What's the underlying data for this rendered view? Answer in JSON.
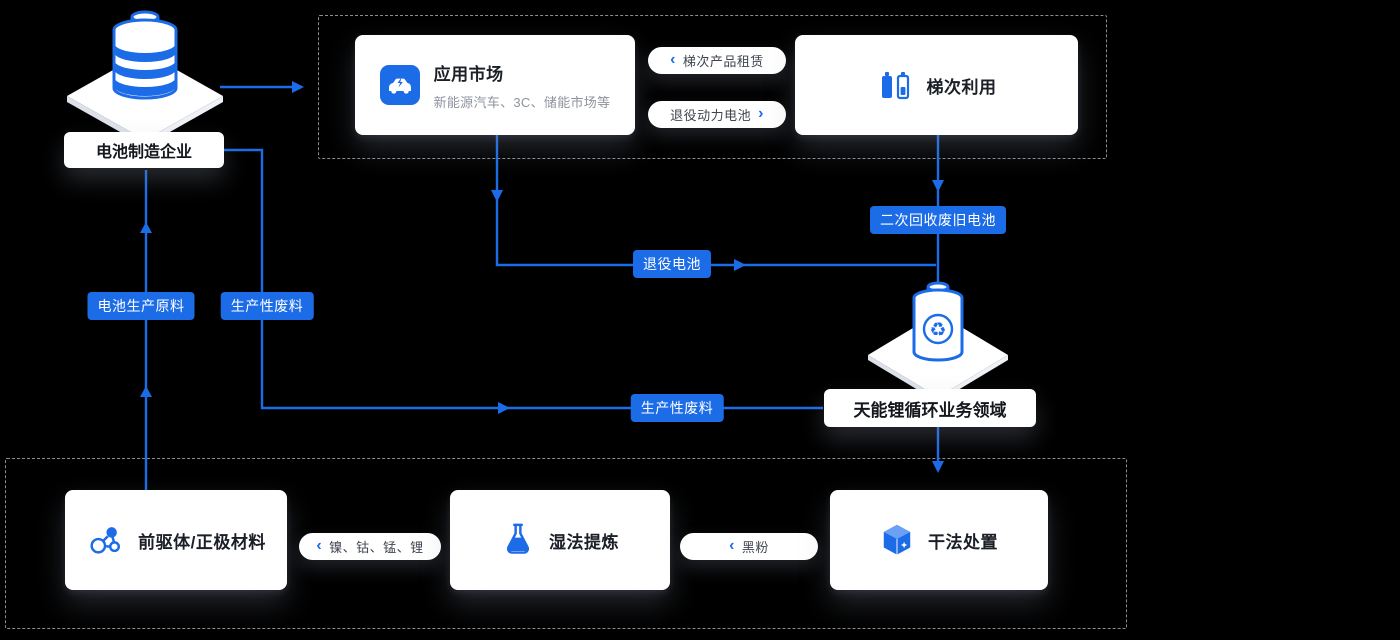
{
  "colors": {
    "accent": "#1C6CE8",
    "background": "#000000"
  },
  "icons": {
    "chevron_left": "‹",
    "chevron_right": "›",
    "recycle": "♻"
  },
  "manufacturer": {
    "label": "电池制造企业"
  },
  "top_flow": {
    "app_market": {
      "title": "应用市场",
      "subtitle": "新能源汽车、3C、储能市场等"
    },
    "pill_lease": "梯次产品租赁",
    "pill_retired": "退役动力电池",
    "cascade": {
      "title": "梯次利用"
    }
  },
  "badges": {
    "raw_material": "电池生产原料",
    "production_waste": "生产性废料",
    "retired_battery": "退役电池",
    "secondary_recycle": "二次回收废旧电池",
    "production_waste2": "生产性废料"
  },
  "hub": {
    "label": "天能锂循环业务领域"
  },
  "bottom_flow": {
    "precursor": {
      "title": "前驱体/正极材料"
    },
    "pill_metals": "镍、钴、锰、锂",
    "wet": {
      "title": "湿法提炼"
    },
    "pill_black": "黑粉",
    "dry": {
      "title": "干法处置"
    }
  }
}
